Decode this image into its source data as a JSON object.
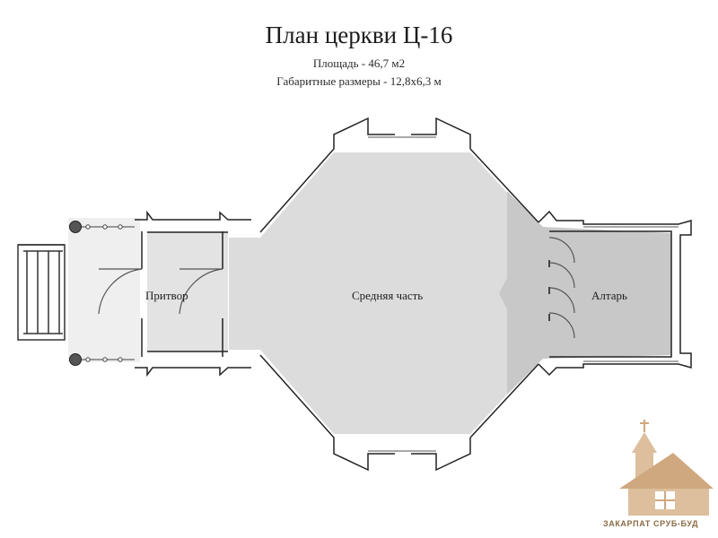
{
  "header": {
    "title": "План церкви Ц-16",
    "area": "Площадь - 46,7 м2",
    "dimensions": "Габаритные размеры - 12,8х6,3 м"
  },
  "rooms": {
    "vestibule": "Притвор",
    "nave": "Средняя часть",
    "altar": "Алтарь"
  },
  "logo": {
    "text": "ЗАКАРПАТ СРУБ-БУД"
  },
  "colors": {
    "nave_fill": "#dcdcdc",
    "altar_fill": "#c9c9c9",
    "porch_fill": "#eeeeee",
    "wall_stroke": "#222222",
    "logo_accent": "#c79a6b"
  }
}
